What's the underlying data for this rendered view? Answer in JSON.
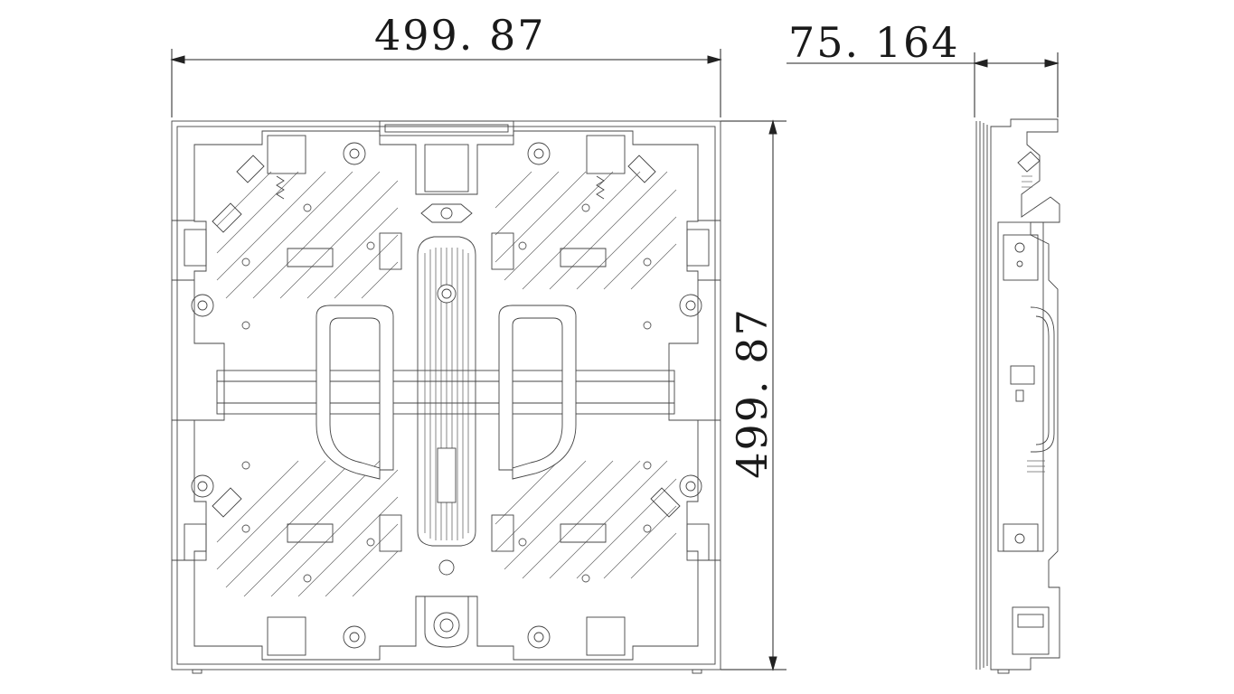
{
  "dimensions": {
    "width": "499. 87",
    "height": "499. 87",
    "depth": "75. 164"
  }
}
